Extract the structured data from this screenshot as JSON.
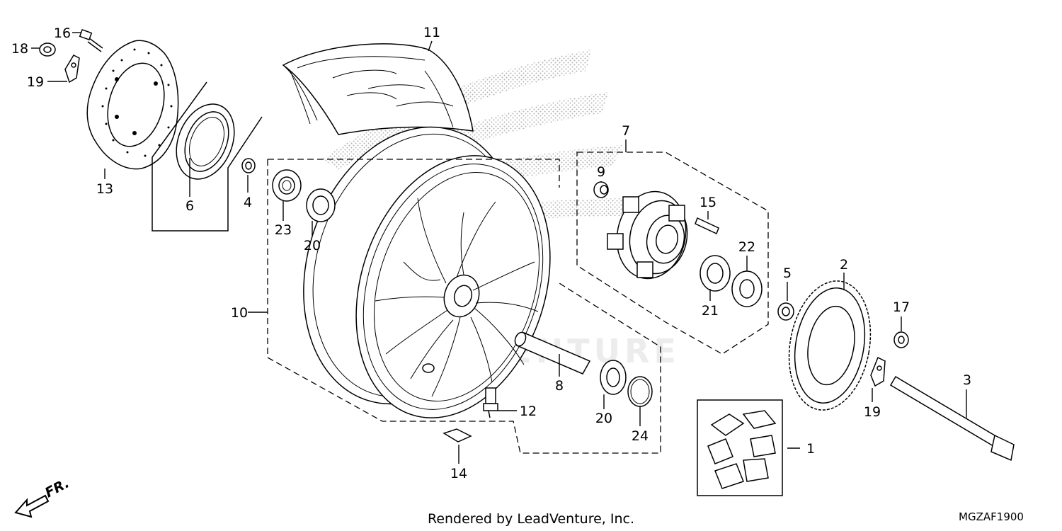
{
  "diagram": {
    "part_labels": [
      "1",
      "2",
      "3",
      "4",
      "5",
      "6",
      "7",
      "8",
      "9",
      "10",
      "11",
      "12",
      "13",
      "14",
      "15",
      "16",
      "17",
      "18",
      "19",
      "19",
      "20",
      "20",
      "21",
      "22",
      "23",
      "24"
    ],
    "footer_text": "Rendered by LeadVenture, Inc.",
    "diagram_code": "MGZAF1900",
    "direction_label": "FR.",
    "watermark": "LEADVENTURE"
  },
  "icons": {
    "direction_arrow": "front-direction-arrow-icon",
    "watermark_logo": "wing-logo-watermark"
  }
}
